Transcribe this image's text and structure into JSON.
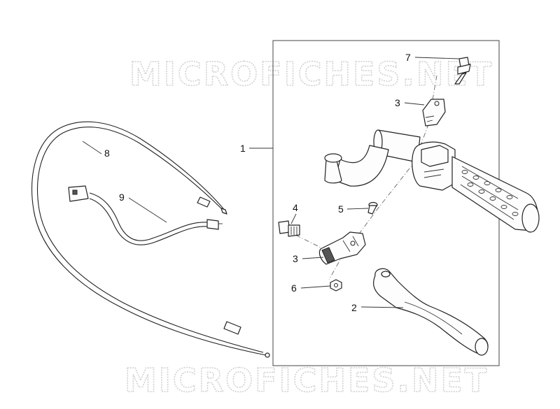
{
  "watermark": {
    "top": "MICROFICHES.NET",
    "bottom": "MICROFICHES.NET"
  },
  "callouts": {
    "c1": "1",
    "c2": "2",
    "c3a": "3",
    "c3b": "3",
    "c4": "4",
    "c5": "5",
    "c6": "6",
    "c7": "7",
    "c8": "8",
    "c9": "9"
  }
}
